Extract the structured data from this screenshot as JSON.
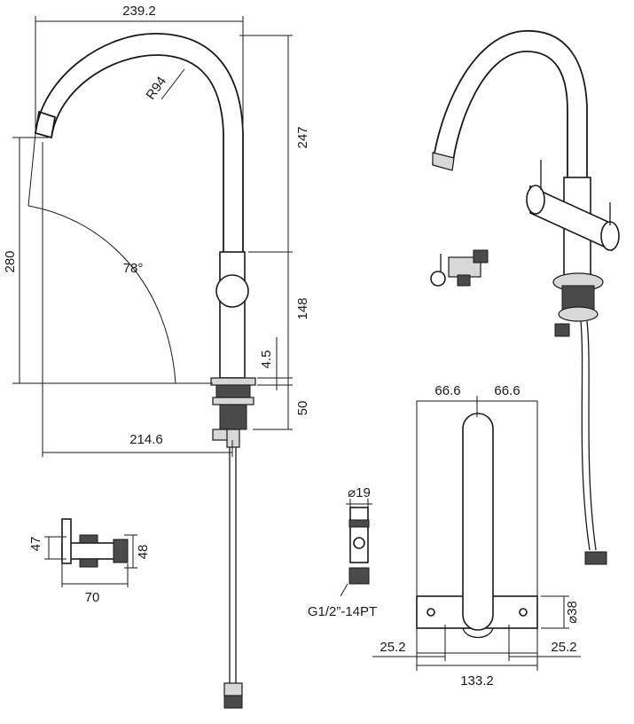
{
  "drawing": {
    "front_view": {
      "width_top": "239.2",
      "radius": "R94",
      "height_spout": "247",
      "height_total": "280",
      "angle": "78°",
      "body_height": "148",
      "base_height": "4.5",
      "thread_height": "50",
      "reach": "214.6"
    },
    "valve_side": {
      "height_left": "47",
      "height_right": "48",
      "width": "70"
    },
    "valve_top": {
      "diameter": "⌀19",
      "thread": "G1/2”-14PT"
    },
    "top_view": {
      "half_left": "66.6",
      "half_right": "66.6",
      "diameter": "⌀38",
      "edge_left": "25.2",
      "edge_right": "25.2",
      "total_width": "133.2"
    }
  }
}
